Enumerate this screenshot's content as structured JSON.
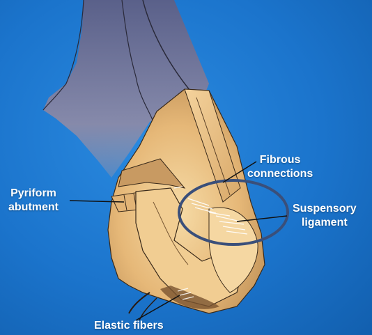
{
  "labels": {
    "fibrous": "Fibrous\nconnections",
    "pyriform": "Pyriform\nabutment",
    "suspensory": "Suspensory\nligament",
    "elastic": "Elastic fibers"
  },
  "colors": {
    "background": "#1b74cc",
    "cartilage": "#e8bd7c",
    "skin_shadow": "#b08858",
    "bone_grey": "#8c8ca8",
    "highlight_ellipse": "#3a4f7a"
  }
}
